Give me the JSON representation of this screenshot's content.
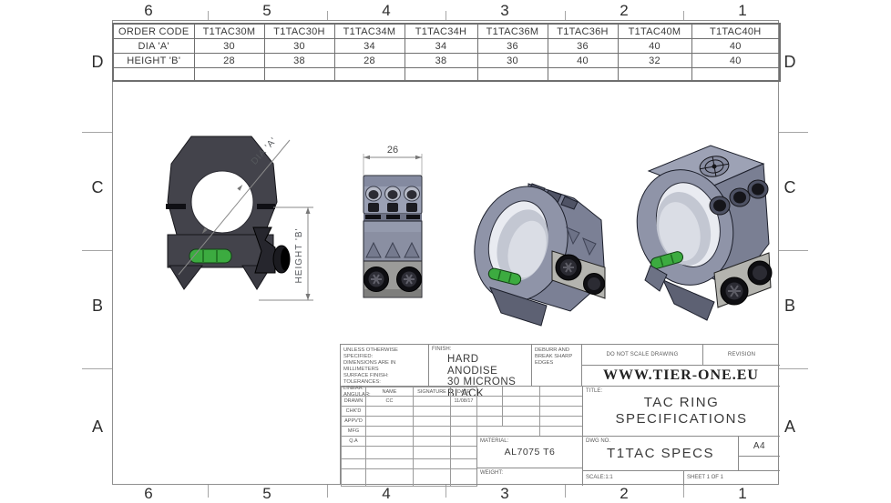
{
  "sheet": {
    "zone_columns": [
      "6",
      "5",
      "4",
      "3",
      "2",
      "1"
    ],
    "zone_rows": [
      "D",
      "C",
      "B",
      "A"
    ]
  },
  "spec_table": {
    "header": [
      "ORDER CODE",
      "T1TAC30M",
      "T1TAC30H",
      "T1TAC34M",
      "T1TAC34H",
      "T1TAC36M",
      "T1TAC36H",
      "T1TAC40M",
      "T1TAC40H"
    ],
    "rows": [
      {
        "label": "DIA 'A'",
        "values": [
          "30",
          "30",
          "34",
          "34",
          "36",
          "36",
          "40",
          "40"
        ]
      },
      {
        "label": "HEIGHT 'B'",
        "values": [
          "28",
          "38",
          "28",
          "38",
          "30",
          "40",
          "32",
          "40"
        ]
      }
    ]
  },
  "views": {
    "side": {
      "dia_label": "DIA 'A'",
      "height_label": "HEIGHT 'B'"
    },
    "front": {
      "width_dim": "26"
    }
  },
  "title_block": {
    "spec_notes": "UNLESS OTHERWISE SPECIFIED:\nDIMENSIONS ARE IN MILLIMETERS\nSURFACE FINISH:\nTOLERANCES:\n   LINEAR:\n   ANGULAR:",
    "finish_label": "FINISH:",
    "finish_value": "HARD ANODISE\n30 MICRONS\nBLACK",
    "deburr_note": "DEBURR AND\nBREAK SHARP\nEDGES",
    "do_not_scale": "DO NOT SCALE DRAWING",
    "revision_label": "REVISION",
    "website": "WWW.TIER-ONE.EU",
    "sign_columns": [
      "NAME",
      "SIGNATURE",
      "DATE"
    ],
    "sign_rows": [
      {
        "role": "DRAWN",
        "name": "CC",
        "signature": "",
        "date": "11/08/17"
      },
      {
        "role": "CHK'D",
        "name": "",
        "signature": "",
        "date": ""
      },
      {
        "role": "APPV'D",
        "name": "",
        "signature": "",
        "date": ""
      },
      {
        "role": "MFG",
        "name": "",
        "signature": "",
        "date": ""
      },
      {
        "role": "Q.A",
        "name": "",
        "signature": "",
        "date": ""
      }
    ],
    "title_label": "TITLE:",
    "title_line1": "TAC RING",
    "title_line2": "SPECIFICATIONS",
    "material_label": "MATERIAL:",
    "material_value": "AL7075 T6",
    "weight_label": "WEIGHT:",
    "dwg_no_label": "DWG NO.",
    "dwg_no_value": "T1TAC SPECS",
    "paper_size": "A4",
    "scale_label": "SCALE:1:1",
    "sheet_label": "SHEET 1 OF 1"
  },
  "colors": {
    "level_green": "#3cab40",
    "body_gray": "#8f94a8",
    "dark_metal": "#2a2a31",
    "dimension_line": "#8a8a8a"
  }
}
